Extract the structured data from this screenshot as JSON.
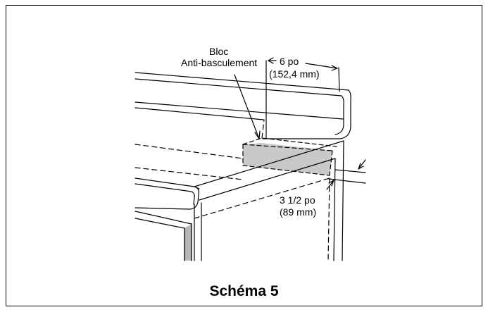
{
  "figure": {
    "block_label_line1": "Bloc",
    "block_label_line2": "Anti-basculement",
    "width_dimension_line1": "6 po",
    "width_dimension_line2": "(152,4 mm)",
    "depth_dimension_line1": "3 1/2 po",
    "depth_dimension_line2": "(89 mm)",
    "caption": "Schéma 5"
  },
  "colors": {
    "block_fill": "#c9c9c9",
    "panel_fill": "#b5b5b5",
    "line": "#000000",
    "background": "#ffffff"
  }
}
